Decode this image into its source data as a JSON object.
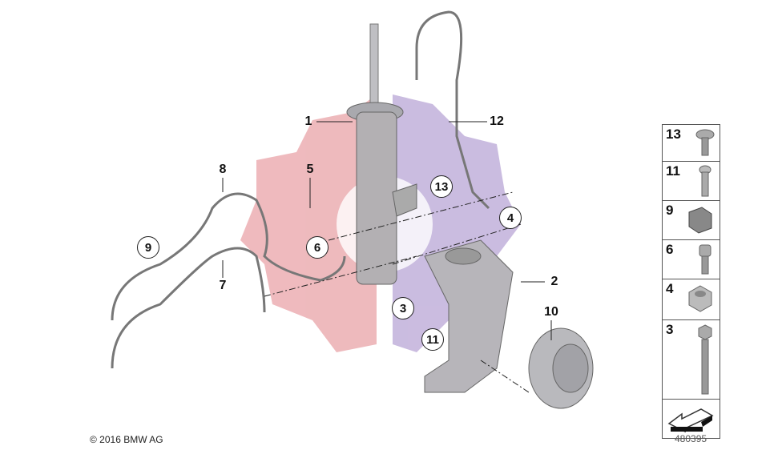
{
  "copyright": "© 2016 BMW AG",
  "diagram_number": "480395",
  "callouts": {
    "c1": "1",
    "c12": "12",
    "c8": "8",
    "c5": "5",
    "c7": "7",
    "c2": "2",
    "c10": "10",
    "c13": "13",
    "c4": "4",
    "c9": "9",
    "c6": "6",
    "c3": "3",
    "c11": "11"
  },
  "parts_panel": [
    {
      "number": "13",
      "icon": "flange-bolt-icon"
    },
    {
      "number": "11",
      "icon": "torx-bolt-icon"
    },
    {
      "number": "9",
      "icon": "cable-clip-icon"
    },
    {
      "number": "6",
      "icon": "socket-screw-icon"
    },
    {
      "number": "4",
      "icon": "hex-nut-icon"
    },
    {
      "number": "3",
      "icon": "hex-bolt-icon"
    }
  ],
  "colors": {
    "watermark_red": "#e9a3a8",
    "watermark_purple": "#b9a6d6",
    "part_gray": "#a9a9ae"
  }
}
